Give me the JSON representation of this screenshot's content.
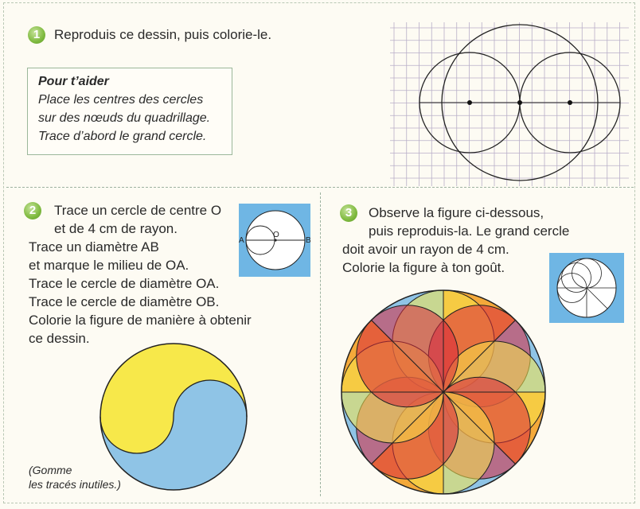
{
  "exercise1": {
    "number": "1",
    "instruction": "Reproduis ce dessin, puis colorie-le.",
    "help": {
      "title": "Pour t’aider",
      "lines": [
        "Place les centres des cercles",
        "sur des nœuds du quadrillage.",
        "Trace d’abord le grand cercle."
      ]
    }
  },
  "exercise2": {
    "number": "2",
    "lines": [
      "Trace un cercle de centre O",
      "et de 4 cm de rayon.",
      "Trace un diamètre AB",
      "et marque le milieu de OA.",
      "Trace le cercle de diamètre OA.",
      "Trace le cercle de diamètre OB.",
      "Colorie la figure de manière à obtenir",
      "ce dessin."
    ],
    "diagram_labels": {
      "a": "A",
      "o": "O",
      "b": "B"
    },
    "note_lines": [
      "(Gomme",
      "les tracés inutiles.)"
    ]
  },
  "exercise3": {
    "number": "3",
    "lines": [
      "Observe la figure ci-dessous,",
      "puis reproduis-la. Le grand cercle",
      "doit avoir un rayon de 4 cm.",
      "Colorie la figure à ton goût."
    ]
  },
  "colors": {
    "yellow": "#f7e84a",
    "blue": "#8fc4e6",
    "orange": "#f4a93a",
    "red": "#d8263d",
    "light_blue_box": "#6fb6e4",
    "grid": "#b8aec8",
    "badge_green": "#7fba3f"
  }
}
